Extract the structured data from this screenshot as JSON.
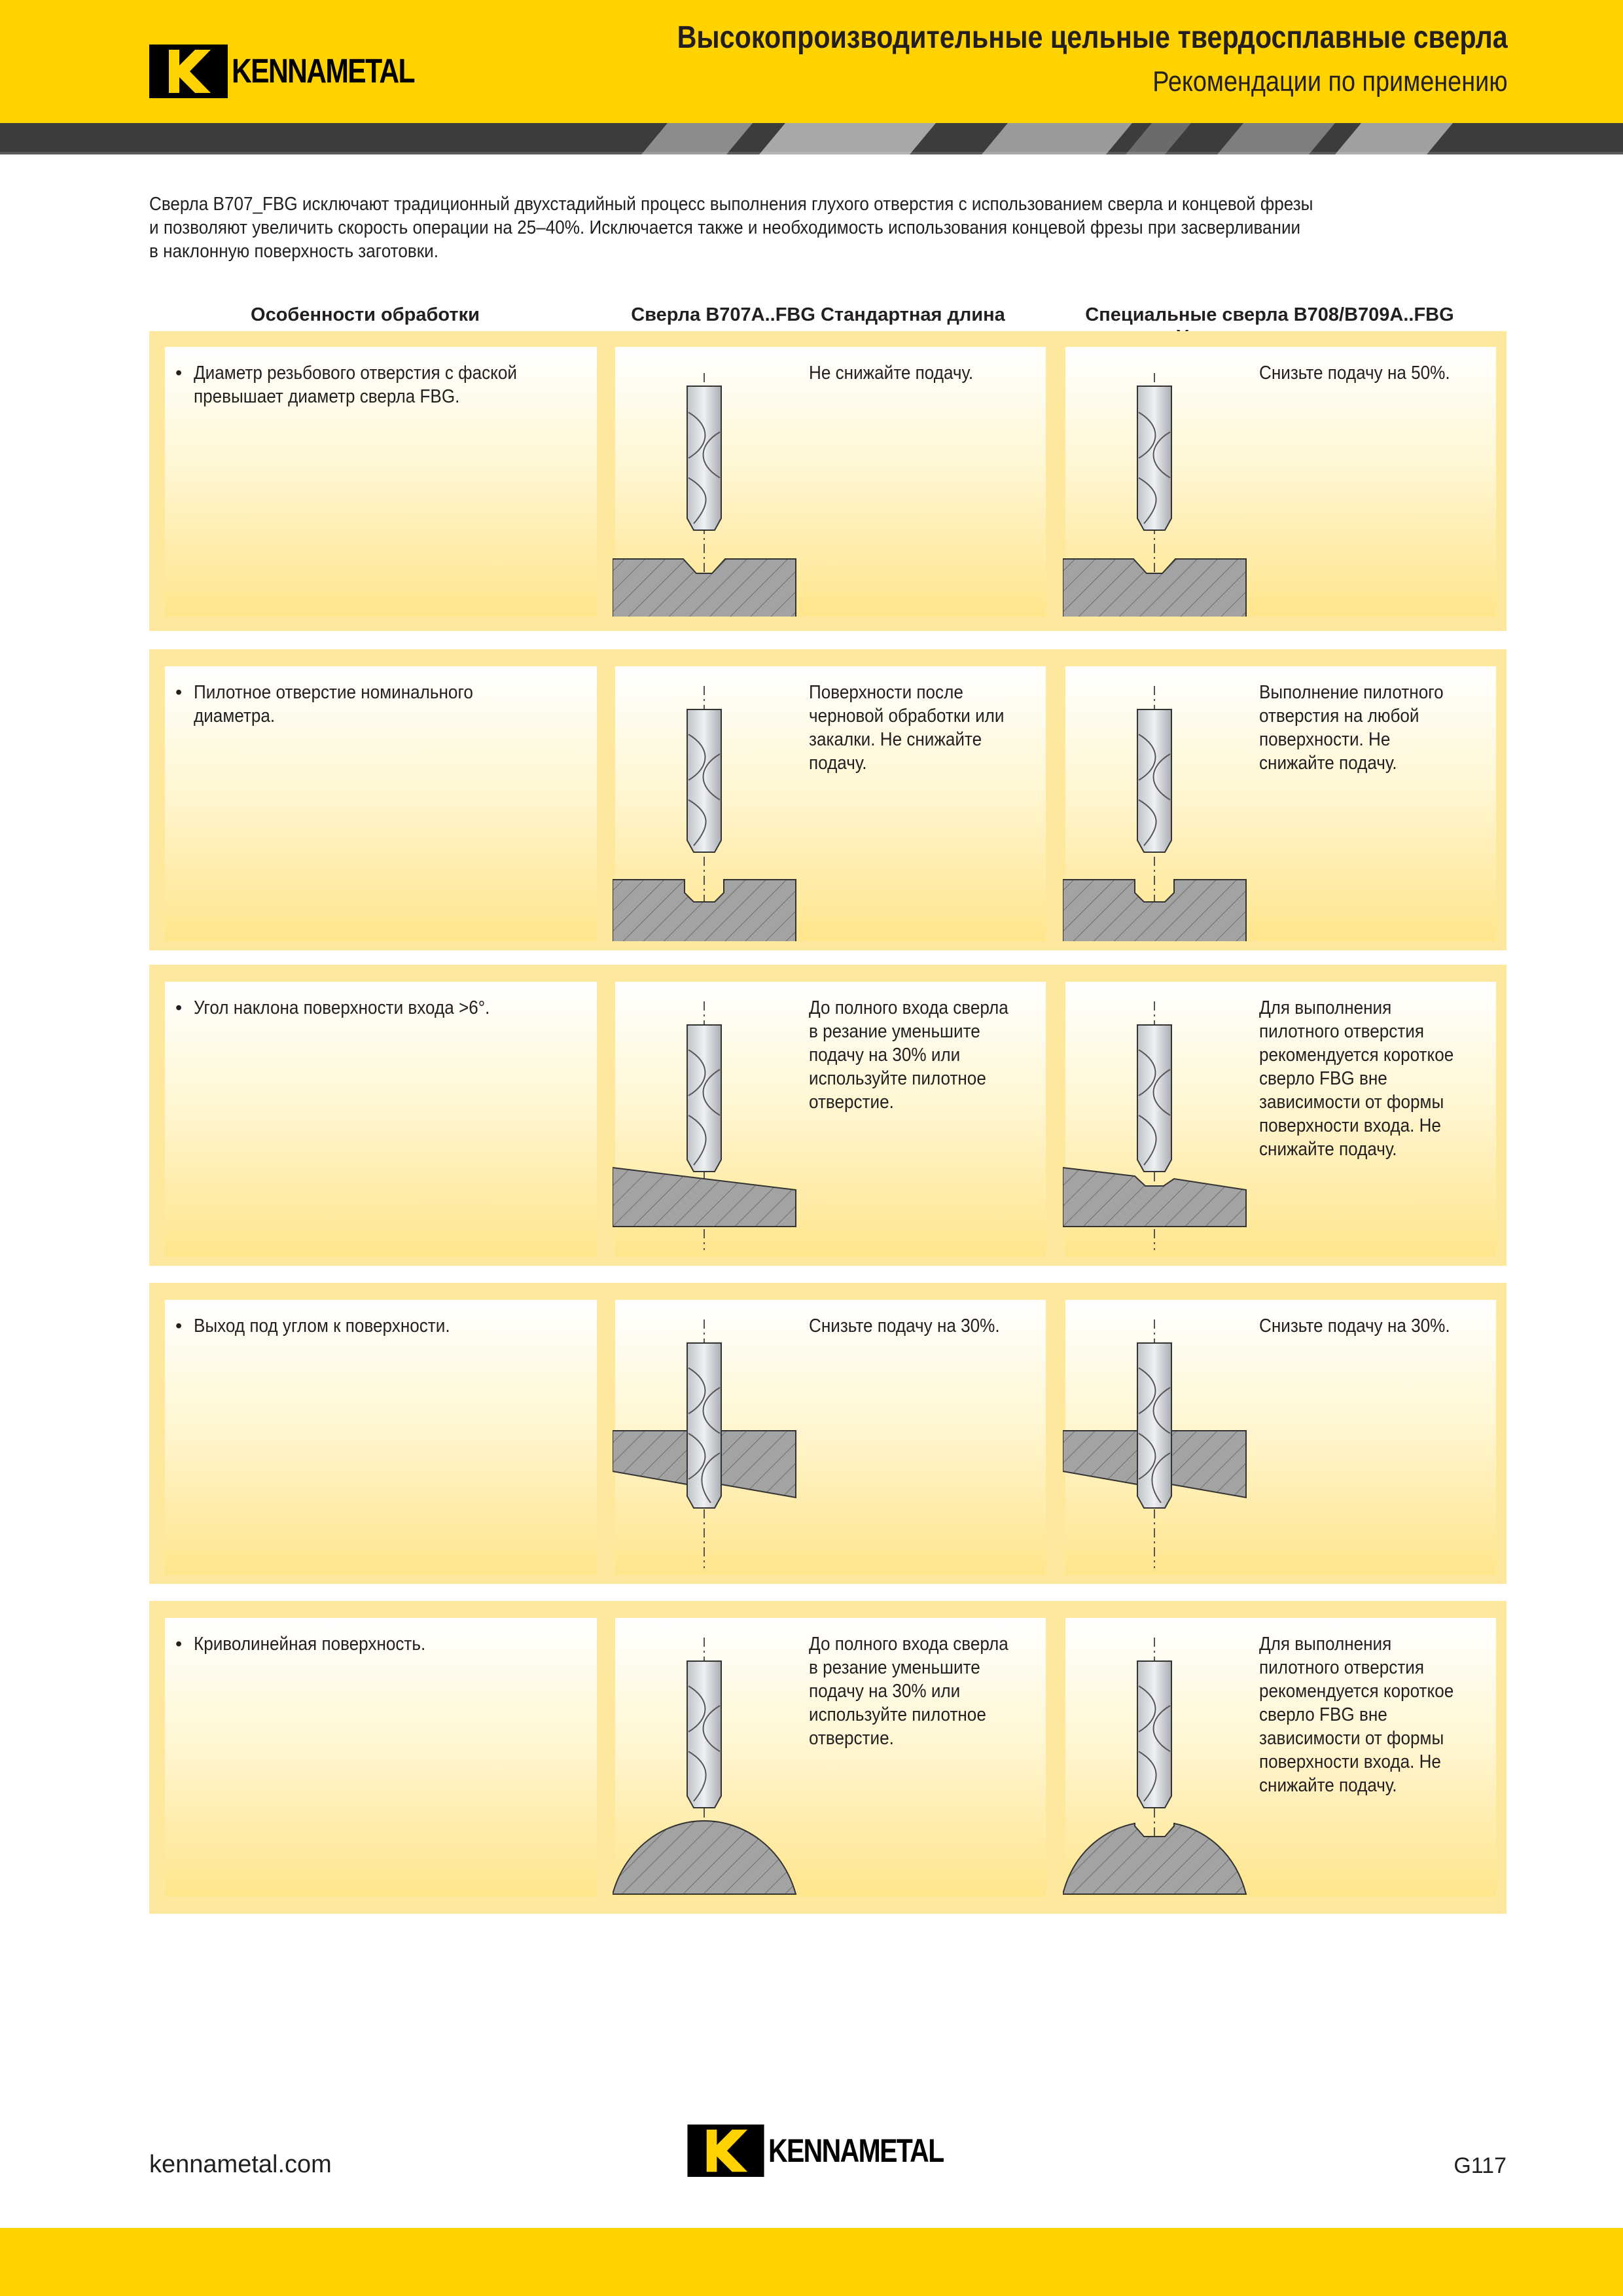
{
  "header": {
    "title": "Высокопроизводительные цельные твердосплавные сверла",
    "subtitle": "Рекомендации по применению",
    "brand": "KENNAMETAL"
  },
  "intro": [
    "Сверла B707_FBG исключают традиционный двухстадийный процесс выполнения глухого отверстия с использованием сверла и концевой фрезы",
    "и позволяют увеличить скорость операции на 25–40%. Исключается также и необходимость использования концевой фрезы при засверливании",
    "в наклонную поверхность заготовки."
  ],
  "columns": {
    "features": "Особенности обработки",
    "standard": "Сверла B707A..FBG Стандартная длина",
    "special_1": "Специальные сверла B708/B709A..FBG",
    "special_2": "Увеличенная длина"
  },
  "rows": [
    {
      "feature": "Диаметр резьбового отверстия с фаской превышает диаметр сверла FBG.",
      "standard_note": "Не снижайте подачу.",
      "special_note": "Снизьте подачу на 50%."
    },
    {
      "feature": "Пилотное отверстие номинального диаметра.",
      "standard_note": "Поверхности после черновой обработки или закалки. Не снижайте подачу.",
      "special_note": "Выполнение пилотного отверстия на любой поверхности. Не снижайте подачу."
    },
    {
      "feature": "Угол наклона поверхности входа >6°.",
      "standard_note": "До полного входа сверла в резание уменьшите подачу на 30% или используйте пилотное отверстие.",
      "special_note": "Для выполнения пилотного отверстия рекомендуется короткое сверло FBG вне зависимости от формы поверхности входа. Не снижайте подачу."
    },
    {
      "feature": "Выход под углом к поверхности.",
      "standard_note": "Снизьте подачу на 30%.",
      "special_note": "Снизьте подачу на 30%."
    },
    {
      "feature": "Криволинейная поверхность.",
      "standard_note": "До полного входа сверла в резание уменьшите подачу на 30% или используйте пилотное отверстие.",
      "special_note": "Для выполнения пилотного отверстия рекомендуется короткое сверло FBG вне зависимости от формы поверхности входа. Не снижайте подачу."
    }
  ],
  "footer": {
    "url": "kennametal.com",
    "page": "G117",
    "brand": "KENNAMETAL"
  },
  "colors": {
    "brand_yellow": "#ffd200",
    "row_background": "#fde89e",
    "stripe_dark": "#3c3c3c",
    "workpiece_gray": "#9a9a9a"
  }
}
